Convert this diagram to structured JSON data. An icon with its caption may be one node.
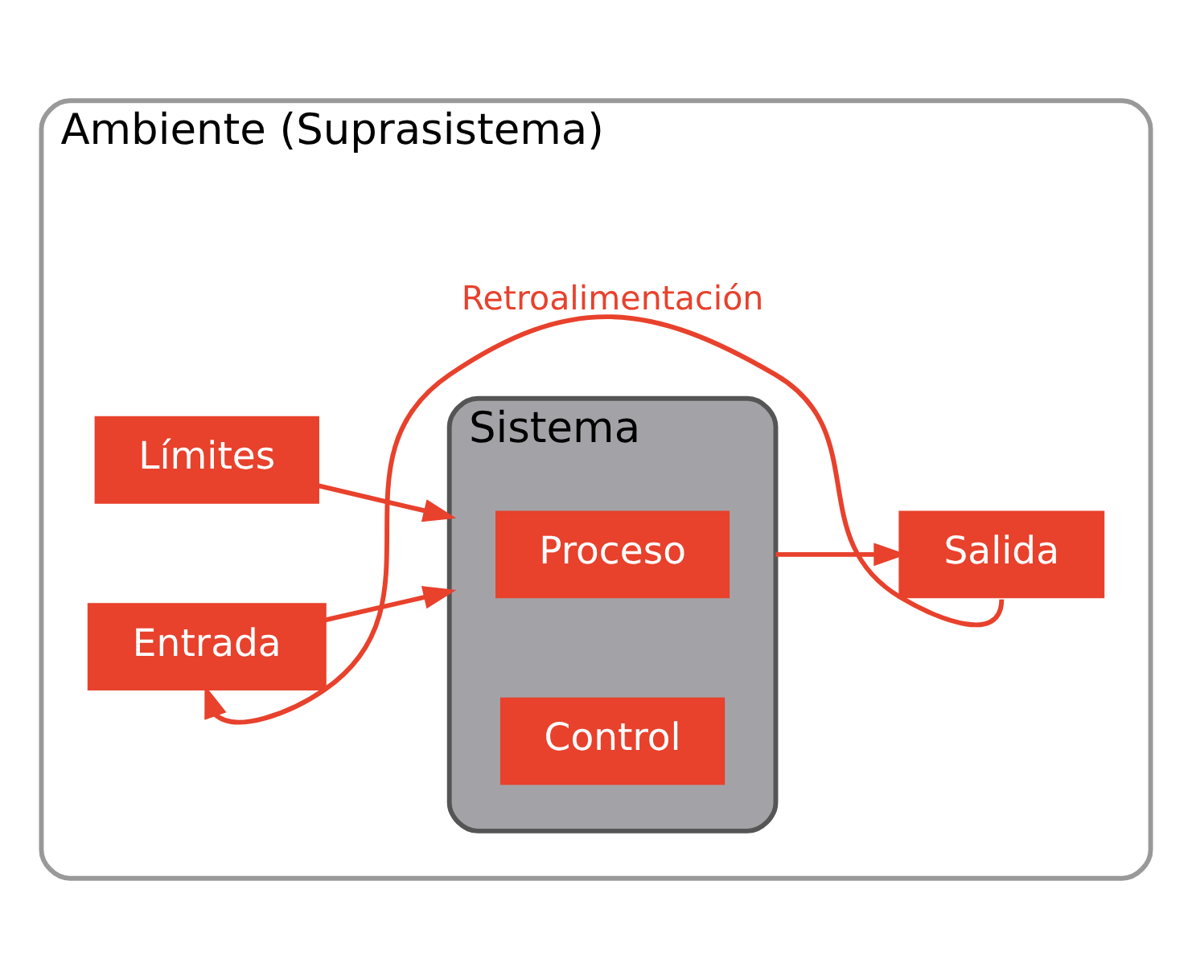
{
  "diagram": {
    "nodes": [
      {
        "text": [
          "Ambiente (Suprasistema)"
        ]
      },
      {
        "text": [
          "Límites"
        ],
        "in": 0
      },
      {
        "text": [
          "Sistema"
        ],
        "in": 0
      },
      {
        "text": [
          "Entrada"
        ],
        "in": 0
      },
      {
        "text": [
          "Proceso"
        ],
        "in": 2
      },
      {
        "text": [
          "Salida"
        ],
        "in": 0
      },
      {
        "text": [
          "Control"
        ],
        "in": 2
      }
    ],
    "edges": [
      {
        "from": 1,
        "to": 2,
        "arrow": "to"
      },
      {
        "from": 3,
        "to": 2,
        "arrow": "to"
      },
      {
        "from": 2,
        "to": 5,
        "arrow": "to"
      },
      {
        "from": 5,
        "to": 3,
        "arrow": "to",
        "label": "Retroalimentación"
      }
    ]
  }
}
